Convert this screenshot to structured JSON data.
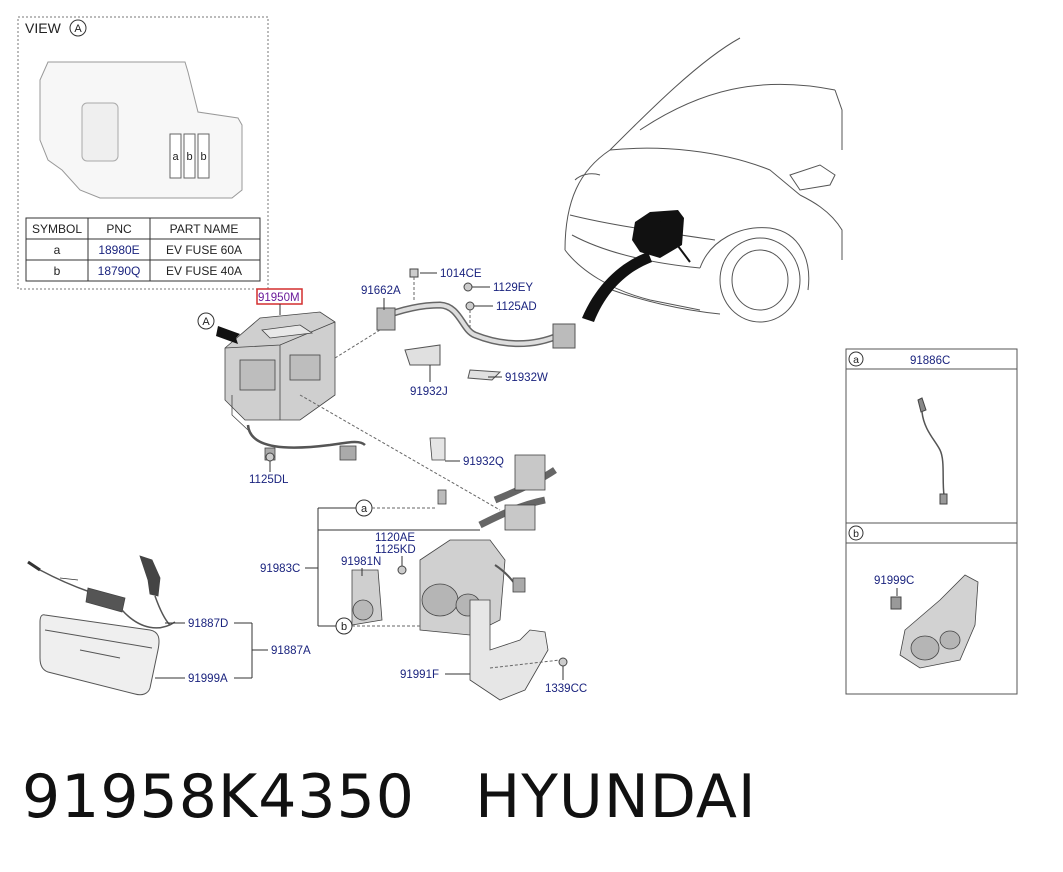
{
  "view_box": {
    "title": "VIEW",
    "circle_label": "A",
    "fuse_labels": [
      "a",
      "b",
      "b"
    ],
    "table": {
      "headers": [
        "SYMBOL",
        "PNC",
        "PART NAME"
      ],
      "rows": [
        [
          "a",
          "18980E",
          "EV FUSE 60A"
        ],
        [
          "b",
          "18790Q",
          "EV FUSE 40A"
        ]
      ]
    }
  },
  "callouts": {
    "p91950M": "91950M",
    "pA": "A",
    "p1014CE": "1014CE",
    "p91662A": "91662A",
    "p1129EY": "1129EY",
    "p1125AD": "1125AD",
    "p91932J": "91932J",
    "p91932W": "91932W",
    "p1125DL": "1125DL",
    "p91932Q": "91932Q",
    "pa": "a",
    "p1120AE": "1120AE",
    "p1125KD": "1125KD",
    "p91983C": "91983C",
    "p91981N": "91981N",
    "pb": "b",
    "p91887D": "91887D",
    "p91887A": "91887A",
    "p91999A": "91999A",
    "p91991F": "91991F",
    "p1339CC": "1339CC"
  },
  "detail_a": {
    "circle": "a",
    "part": "91886C"
  },
  "detail_b": {
    "circle": "b",
    "part": "91999C"
  },
  "footer": {
    "part_number": "91958K4350",
    "brand": "HYUNDAI"
  },
  "colors": {
    "label": "#1a237e",
    "highlight": "#d32f2f",
    "line": "#333333"
  }
}
